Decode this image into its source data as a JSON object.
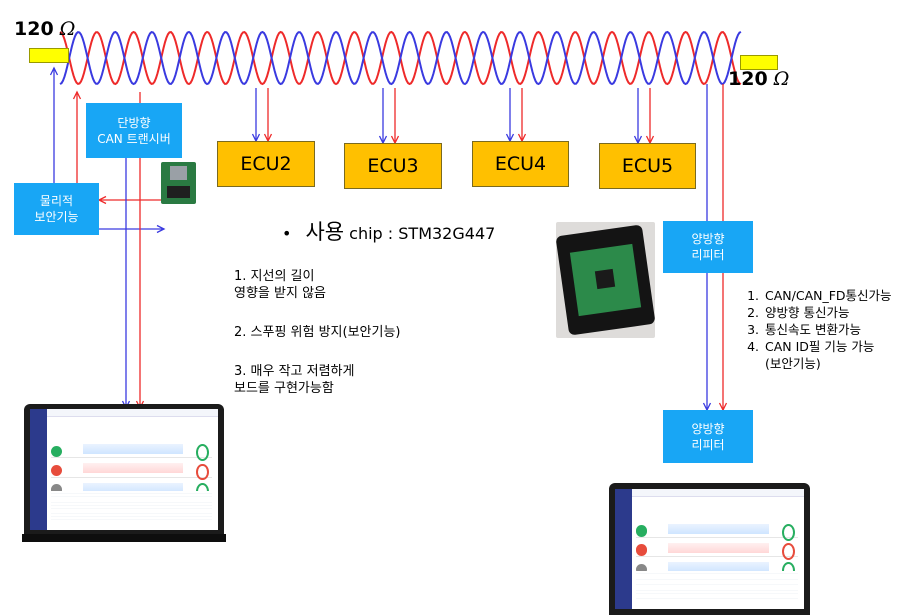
{
  "terminators": {
    "left_label": "120",
    "right_label": "120",
    "symbol": "Ω"
  },
  "transceiver_box": {
    "text": "단방향\nCAN 트랜시버"
  },
  "security_box": {
    "text": "물리적\n보안기능"
  },
  "ecus": [
    "ECU2",
    "ECU3",
    "ECU4",
    "ECU5"
  ],
  "chip": {
    "bullet": "•",
    "prefix": "사용",
    "text": " chip  : STM32G447"
  },
  "notes": {
    "item1": "1. 지선의 길이\n영향을 받지 않음",
    "item2": "2. 스푸핑 위험 방지(보안기능)",
    "item3": "3. 매우 작고 저렴하게\n보드를 구현가능함"
  },
  "repeater_top": {
    "text": "양방향\n리피터"
  },
  "repeater_bottom": {
    "text": "양방향\n리피터"
  },
  "repeater_features": [
    "CAN/CAN_FD통신가능",
    "양방향 통신가능",
    "통신속도 변환가능",
    "CAN ID필 기능 가능\n(보안기능)"
  ],
  "colors": {
    "can_high": "#ee2a2a",
    "can_low": "#3a3ae0",
    "blue_box": "#18a6f5",
    "ecu_box": "#ffc000",
    "terminator": "#ffff00"
  }
}
